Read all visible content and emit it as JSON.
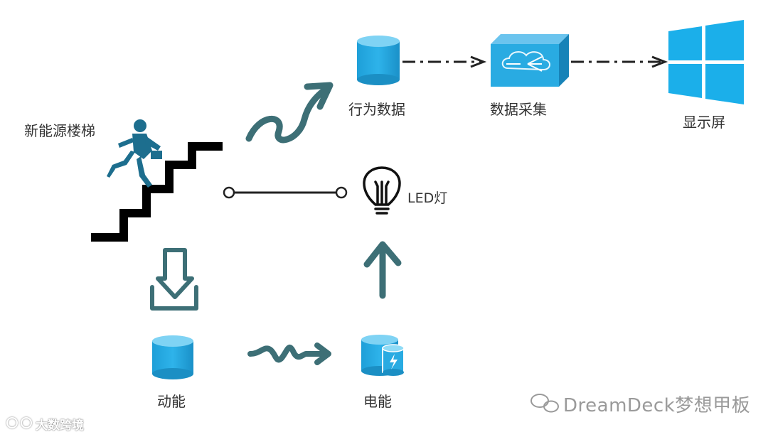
{
  "diagram": {
    "nodes": {
      "stairs": "新能源楼梯",
      "behavior_data": "行为数据",
      "data_collection": "数据采集",
      "display": "显示屏",
      "led": "LED灯",
      "kinetic": "动能",
      "electric": "电能"
    },
    "colors": {
      "accent": "#29ABE2",
      "accent_dark": "#1B8FC4",
      "arrow_ink": "#3D6F76",
      "stairs": "#000000",
      "text": "#333333"
    }
  },
  "watermark": {
    "brand": "DreamDeck梦想甲板",
    "source": "大数跨境"
  }
}
